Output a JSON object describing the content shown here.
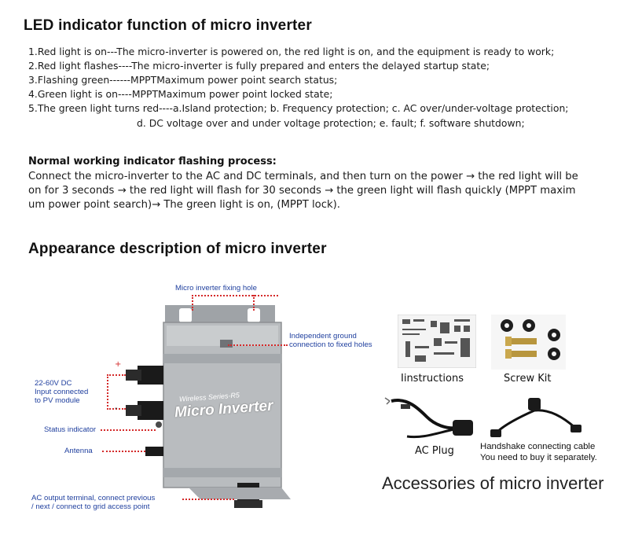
{
  "led": {
    "title": "LED indicator function of micro inverter",
    "lines": [
      "1.Red light is on---The micro-inverter is powered on, the red light is on, and the equipment is ready to work;",
      "2.Red light flashes----The micro-inverter is fully prepared and enters the delayed startup state;",
      "3.Flashing green------MPPTMaximum power point search status;",
      "4.Green light is on----MPPTMaximum power point locked state;",
      "5.The green light turns red----a.Island protection; b. Frequency protection; c. AC over/under-voltage protection;",
      "d. DC voltage over and under voltage protection; e. fault; f. software shutdown;"
    ]
  },
  "process": {
    "title": "Normal working indicator flashing process:",
    "lines": [
      "Connect the micro-inverter to the AC and DC terminals, and then turn on the power → the red light will be",
      "on for 3 seconds → the red light will flash for 30 seconds → the green light will flash quickly (MPPT maxim",
      "um power point search)→ The green light is on, (MPPT lock)."
    ]
  },
  "appearance": {
    "title": "Appearance description of micro inverter",
    "fixing_hole": "Micro inverter fixing hole",
    "ground": [
      "Independent ground",
      "connection to fixed holes"
    ],
    "dc_input": [
      "22-60V DC",
      "Input connected",
      "to PV module"
    ],
    "status_indicator": "Status indicator",
    "antenna": "Antenna",
    "ac_output": [
      "AC output terminal, connect previous",
      "/ next / connect to grid access point"
    ],
    "device_subtitle": "Wireless Series-R5",
    "device_name": "Micro Inverter",
    "plus_sign": "+",
    "minus_sign": "-"
  },
  "accessories": {
    "instructions": "Iinstructions",
    "screw_kit": "Screw Kit",
    "ac_plug": "AC Plug",
    "handshake": [
      "Handshake connecting cable",
      "You need to buy it separately."
    ],
    "title": "Accessories of micro inverter"
  },
  "colors": {
    "label_blue": "#1f3f9e",
    "dots_red": "#d42a2a",
    "device_grey": "#b9bcbf"
  }
}
